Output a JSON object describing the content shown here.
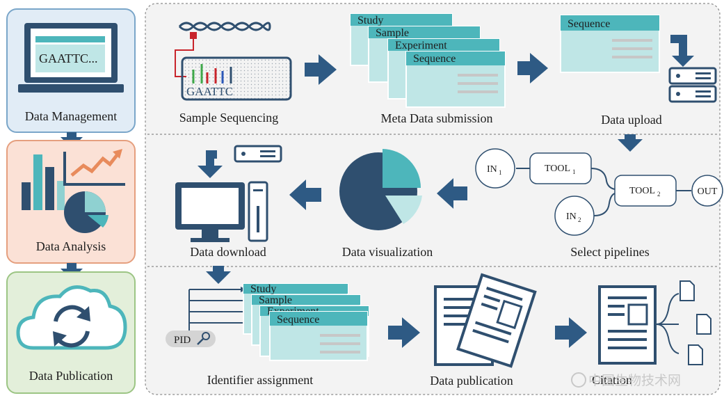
{
  "left_panel": {
    "management": {
      "label": "Data Management",
      "screen_text": "GAATTC..."
    },
    "analysis": {
      "label": "Data Analysis"
    },
    "publication": {
      "label": "Data Publication"
    }
  },
  "row1": {
    "sample_sequencing": {
      "label": "Sample Sequencing",
      "seq_text": "GAATTC"
    },
    "metadata": {
      "label": "Meta Data submission",
      "sheets": [
        "Study",
        "Sample",
        "Experiment",
        "Sequence"
      ]
    },
    "upload": {
      "label": "Data upload",
      "sheet": "Sequence"
    }
  },
  "row2": {
    "download": {
      "label": "Data download"
    },
    "visualization": {
      "label": "Data visualization"
    },
    "pipelines": {
      "label": "Select pipelines",
      "in1": "IN",
      "in1_sub": "1",
      "tool1": "TOOL",
      "tool1_sub": "1",
      "in2": "IN",
      "in2_sub": "2",
      "tool2": "TOOL",
      "tool2_sub": "2",
      "out": "OUT"
    }
  },
  "row3": {
    "identifier": {
      "label": "Identifier assignment",
      "pid": "PID",
      "sheets": [
        "Study",
        "Sample",
        "Experiment",
        "Sequence"
      ]
    },
    "publication": {
      "label": "Data publication"
    },
    "citation": {
      "label": "Citation"
    }
  },
  "watermark": "中国生物技术网",
  "colors": {
    "teal": "#4db6bb",
    "teal_light": "#bfe6e6",
    "navy": "#2f4f6f",
    "arrow": "#2e5a84",
    "mgmt_bg": "#e1ecf6",
    "analysis_bg": "#fbe1d6",
    "pub_bg": "#e3efda",
    "frame_bg": "#f3f3f3"
  }
}
